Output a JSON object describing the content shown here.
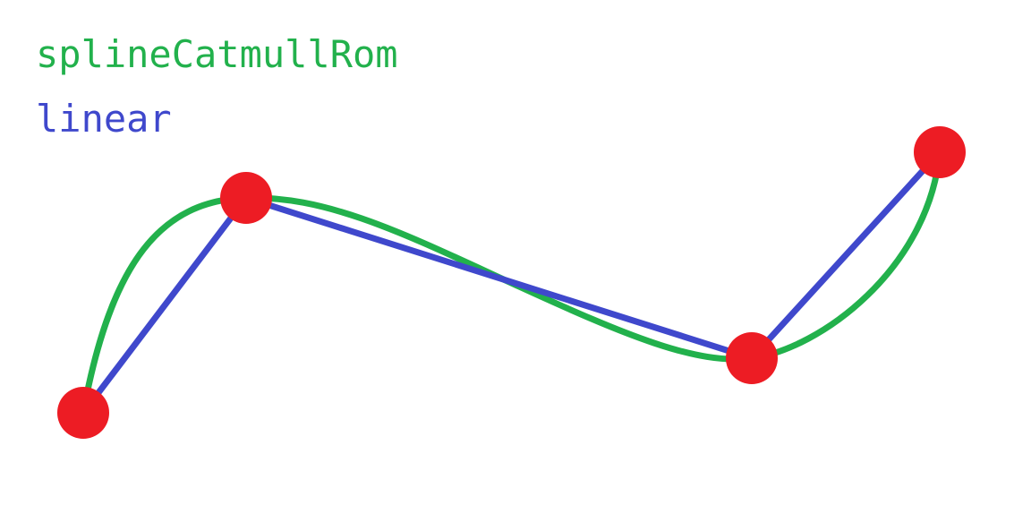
{
  "legend": {
    "spline_label": "splineCatmullRom",
    "linear_label": "linear"
  },
  "colors": {
    "spline": "#22b14c",
    "linear": "#3f48cc",
    "points": "#ed1c24",
    "background": "#ffffff"
  },
  "curves": [
    "spline",
    "linear"
  ]
}
